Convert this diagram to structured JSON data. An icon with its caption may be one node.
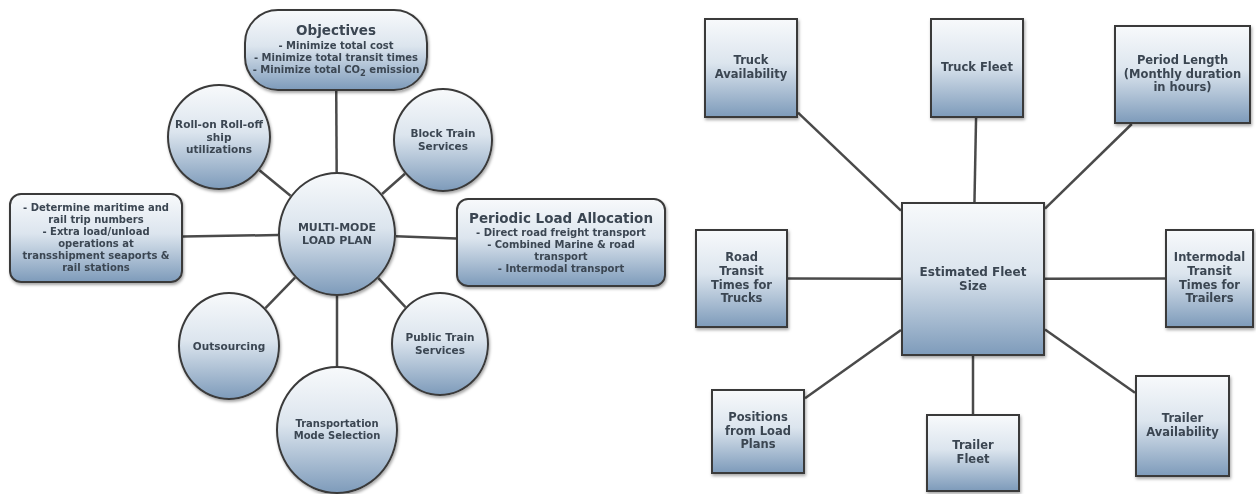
{
  "diagram": {
    "nodes": [
      {
        "text": [
          "Objectives",
          "- Minimize total cost",
          "- Minimize total transit times",
          "- Minimize total CO$_{2}$ emission"
        ]
      },
      {
        "text": [
          "Roll-on Roll-off ship utilizations"
        ]
      },
      {
        "text": [
          "Block Train Services"
        ]
      },
      {
        "text": [
          "- Determine maritime and rail trip numbers",
          "- Extra load/unload operations at transshipment seaports & rail stations"
        ]
      },
      {
        "text": [
          "MULTI-MODE LOAD PLAN"
        ]
      },
      {
        "text": [
          "Periodic Load Allocation",
          "- Direct road freight transport",
          "- Combined Marine & road transport",
          "- Intermodal transport"
        ]
      },
      {
        "text": [
          "Outsourcing"
        ]
      },
      {
        "text": [
          "Public Train Services"
        ]
      },
      {
        "text": [
          "Transportation Mode Selection"
        ]
      },
      {
        "text": [
          "Truck Availability"
        ]
      },
      {
        "text": [
          "Truck Fleet"
        ]
      },
      {
        "text": [
          "Period Length (Monthly duration in hours)"
        ]
      },
      {
        "text": [
          "Road Transit Times for Trucks"
        ]
      },
      {
        "text": [
          "Estimated Fleet Size"
        ]
      },
      {
        "text": [
          "Intermodal Transit Times for Trailers"
        ]
      },
      {
        "text": [
          "Positions from Load Plans"
        ]
      },
      {
        "text": [
          "Trailer Fleet"
        ]
      },
      {
        "text": [
          "Trailer Availability"
        ]
      }
    ],
    "edges": [
      {
        "from": 4,
        "to": 0,
        "arrow": "none"
      },
      {
        "from": 4,
        "to": 1,
        "arrow": "none"
      },
      {
        "from": 4,
        "to": 2,
        "arrow": "none"
      },
      {
        "from": 4,
        "to": 3,
        "arrow": "none"
      },
      {
        "from": 4,
        "to": 5,
        "arrow": "none"
      },
      {
        "from": 4,
        "to": 6,
        "arrow": "none"
      },
      {
        "from": 4,
        "to": 7,
        "arrow": "none"
      },
      {
        "from": 4,
        "to": 8,
        "arrow": "none"
      },
      {
        "from": 13,
        "to": 9,
        "arrow": "none"
      },
      {
        "from": 13,
        "to": 10,
        "arrow": "none"
      },
      {
        "from": 13,
        "to": 11,
        "arrow": "none"
      },
      {
        "from": 13,
        "to": 12,
        "arrow": "none"
      },
      {
        "from": 13,
        "to": 14,
        "arrow": "none"
      },
      {
        "from": 13,
        "to": 15,
        "arrow": "none"
      },
      {
        "from": 13,
        "to": 16,
        "arrow": "none"
      },
      {
        "from": 13,
        "to": 17,
        "arrow": "none"
      }
    ]
  }
}
